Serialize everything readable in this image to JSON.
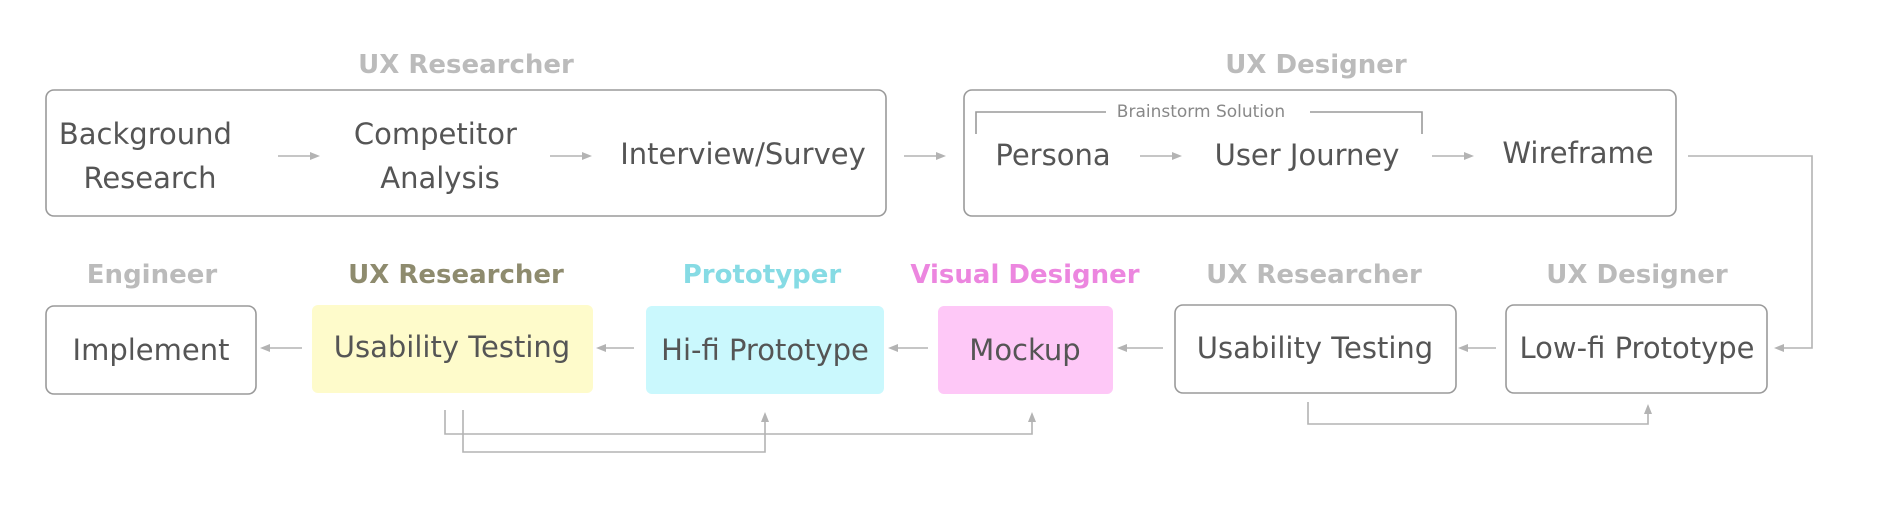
{
  "colors": {
    "role_gray": "#bbbbbb",
    "role_olive": "#8e8b6e",
    "role_cyan": "#86dbe4",
    "role_pink": "#ec86df",
    "fill_yellow": "#fefbcb",
    "fill_cyan": "#caf8fd",
    "fill_pink": "#fec8f7"
  },
  "top_row": {
    "researcher_role": "UX Researcher",
    "designer_role": "UX Designer",
    "background_research_line1": "Background",
    "background_research_line2": "Research",
    "competitor_analysis_line1": "Competitor",
    "competitor_analysis_line2": "Analysis",
    "interview_survey": "Interview/Survey",
    "brainstorm_label": "Brainstorm Solution",
    "persona": "Persona",
    "user_journey": "User Journey",
    "wireframe": "Wireframe"
  },
  "bottom_row": {
    "engineer_role": "Engineer",
    "researcher_role_2": "UX Researcher",
    "prototyper_role": "Prototyper",
    "visual_designer_role": "Visual Designer",
    "researcher_role_3": "UX Researcher",
    "designer_role_2": "UX Designer",
    "implement": "Implement",
    "usability_testing_final": "Usability Testing",
    "hifi_prototype": "Hi-fi Prototype",
    "mockup": "Mockup",
    "usability_testing_early": "Usability Testing",
    "lowfi_prototype": "Low-fi Prototype"
  }
}
